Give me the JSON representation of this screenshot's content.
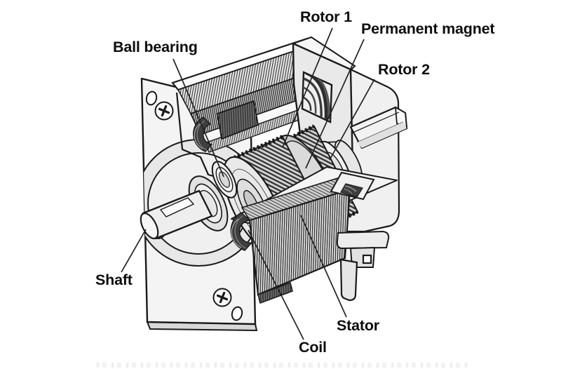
{
  "figure": {
    "type": "technical-illustration",
    "subject": "Stepper motor cutaway diagram",
    "background_color": "#ffffff",
    "outline_color": "#1a1a1a",
    "fill_light": "#f2f2f2",
    "fill_mid": "#e2e2e2",
    "fill_dark": "#3f3f3f",
    "label_text_color": "#0d0d0d"
  },
  "labels": {
    "ball_bearing": {
      "text": "Ball bearing"
    },
    "rotor_1": {
      "text": "Rotor 1"
    },
    "permanent_magnet": {
      "text": "Permanent magnet"
    },
    "rotor_2": {
      "text": "Rotor 2"
    },
    "shaft": {
      "text": "Shaft"
    },
    "stator": {
      "text": "Stator"
    },
    "coil": {
      "text": "Coil"
    }
  }
}
